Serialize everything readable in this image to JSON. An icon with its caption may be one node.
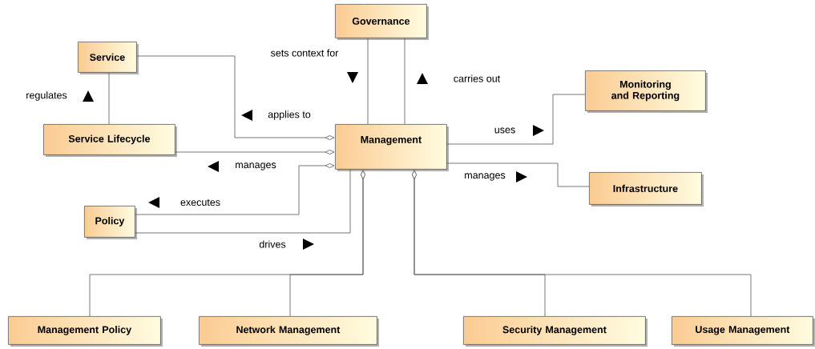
{
  "diagram": {
    "nodes": [
      {
        "text": [
          "Governance"
        ]
      },
      {
        "text": [
          "Service"
        ]
      },
      {
        "text": [
          "Monitoring and Reporting"
        ]
      },
      {
        "text": [
          "Service Lifecycle"
        ]
      },
      {
        "text": [
          "Management"
        ]
      },
      {
        "text": [
          "Infrastructure"
        ]
      },
      {
        "text": [
          "Policy"
        ]
      },
      {
        "text": [
          "Management Policy"
        ]
      },
      {
        "text": [
          "Network Management"
        ]
      },
      {
        "text": [
          "Security Management"
        ]
      },
      {
        "text": [
          "Usage Management"
        ]
      }
    ],
    "edges": [
      {
        "from": 0,
        "to": 4,
        "arrow": "none",
        "label": "sets context for"
      },
      {
        "from": 0,
        "to": 4,
        "arrow": "none",
        "label": "carries out"
      },
      {
        "from": 1,
        "to": 3,
        "arrow": "none",
        "label": "regulates"
      },
      {
        "from": 4,
        "to": 1,
        "arrow": "other",
        "label": "applies to"
      },
      {
        "from": 4,
        "to": 3,
        "arrow": "other",
        "label": "manages"
      },
      {
        "from": 4,
        "to": 6,
        "arrow": "other",
        "label": "executes"
      },
      {
        "from": 6,
        "to": 4,
        "arrow": "none",
        "label": "drives"
      },
      {
        "from": 4,
        "to": 2,
        "arrow": "none",
        "label": "uses"
      },
      {
        "from": 4,
        "to": 5,
        "arrow": "none",
        "label": "manages"
      },
      {
        "from": 4,
        "to": 7,
        "arrow": "other"
      },
      {
        "from": 4,
        "to": 8,
        "arrow": "other"
      },
      {
        "from": 4,
        "to": 9,
        "arrow": "other"
      },
      {
        "from": 4,
        "to": 10,
        "arrow": "other"
      }
    ]
  }
}
